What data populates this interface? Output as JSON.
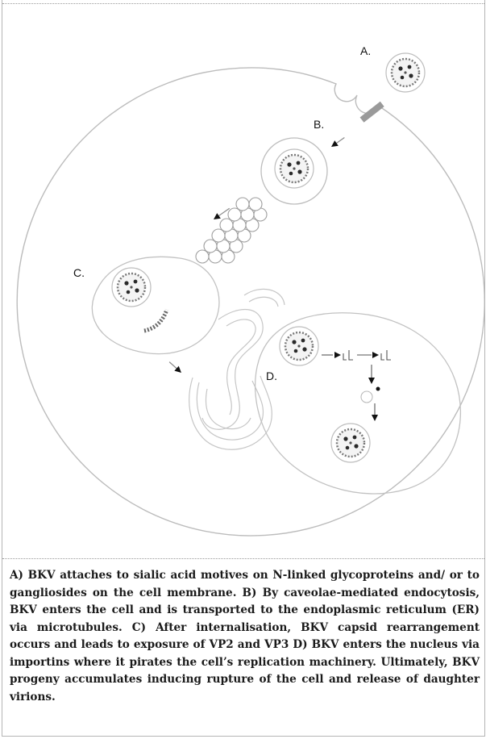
{
  "figure": {
    "labels": {
      "a": "A.",
      "b": "B.",
      "c": "C.",
      "d": "D."
    }
  },
  "caption": "A) BKV attaches to sialic acid motives on N-linked glycoproteins and/ or to gangliosides on the cell membrane. B) By caveolae-mediated endocytosis, BKV enters the cell and is transported to the endoplasmic reticulum (ER) via microtubules. C) After internalisation, BKV capsid rearrangement occurs and leads to exposure of VP2 and VP3 D) BKV enters the nucleus via importins where it pirates the cell’s replication machinery. Ultimately, BKV progeny accumulates inducing rupture of the cell and release of daughter virions."
}
